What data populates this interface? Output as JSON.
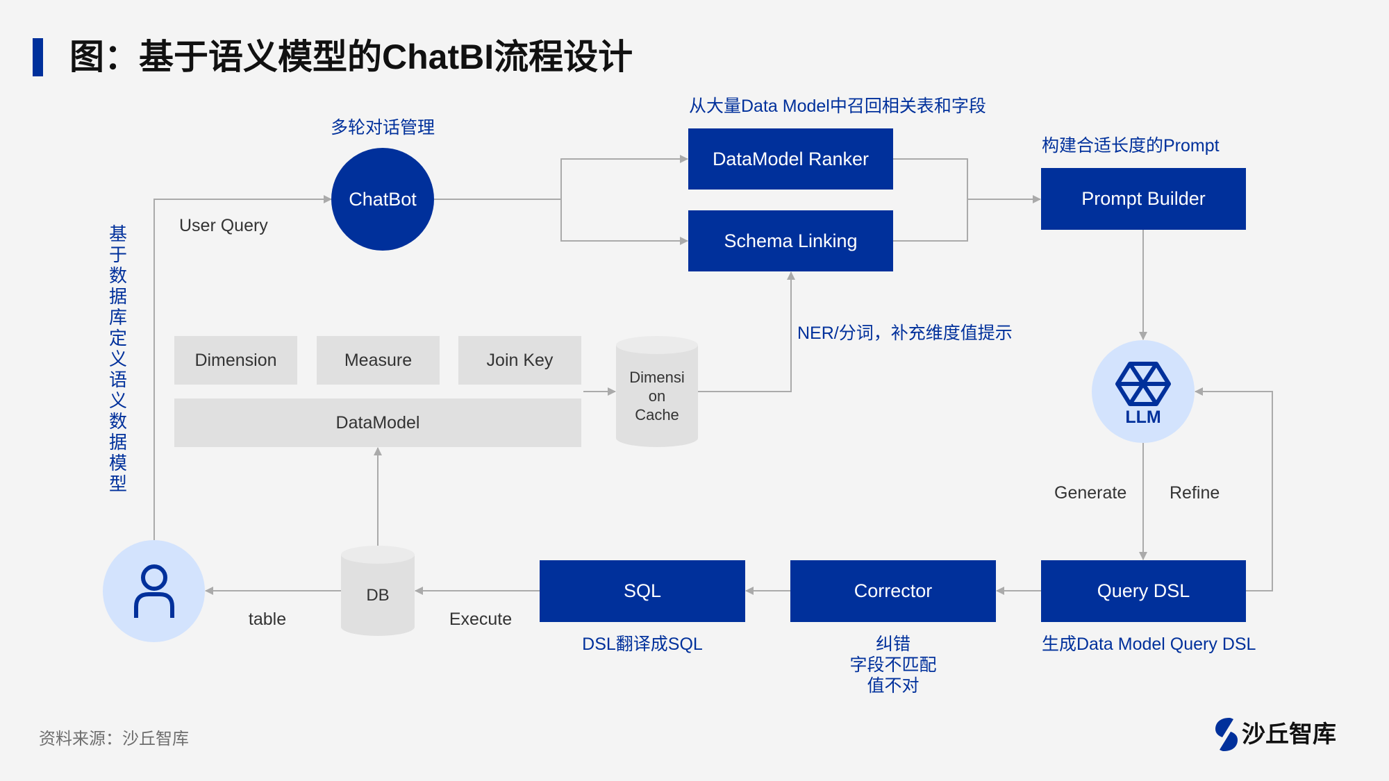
{
  "title": "图：基于语义模型的ChatBI流程设计",
  "side_label": "基于数据库定义语义数据模型",
  "nodes": {
    "chatbot": {
      "label": "ChatBot",
      "note": "多轮对话管理"
    },
    "datamodel_ranker": {
      "label": "DataModel Ranker"
    },
    "schema_linking": {
      "label": "Schema Linking"
    },
    "recall_note": "从大量Data Model中召回相关表和字段",
    "prompt_builder": {
      "label": "Prompt Builder",
      "note": "构建合适长度的Prompt"
    },
    "llm": {
      "label": "LLM",
      "icon": "hexagon-network-icon"
    },
    "query_dsl": {
      "label": "Query DSL",
      "note": "生成Data Model Query DSL"
    },
    "corrector": {
      "label": "Corrector",
      "notes": [
        "纠错",
        "字段不匹配",
        "值不对"
      ]
    },
    "sql": {
      "label": "SQL",
      "note": "DSL翻译成SQL"
    },
    "db": {
      "label": "DB"
    },
    "user": {
      "icon": "user-icon"
    },
    "dimension_cache": {
      "label_lines": [
        "Dimensi",
        "on",
        "Cache"
      ]
    },
    "semantic_blocks": [
      "Dimension",
      "Measure",
      "Join Key"
    ],
    "datamodel": {
      "label": "DataModel"
    }
  },
  "edge_labels": {
    "user_query": "User Query",
    "ner": "NER/分词，补充维度值提示",
    "generate": "Generate",
    "refine": "Refine",
    "execute": "Execute",
    "table": "table"
  },
  "footer": {
    "source": "资料来源：沙丘智库",
    "brand": "沙丘智库"
  },
  "colors": {
    "primary": "#00309b",
    "light_circle": "#d3e3fd",
    "gray_block": "#e0e0e0",
    "connector": "#aaaaaa",
    "background": "#f4f4f4"
  }
}
